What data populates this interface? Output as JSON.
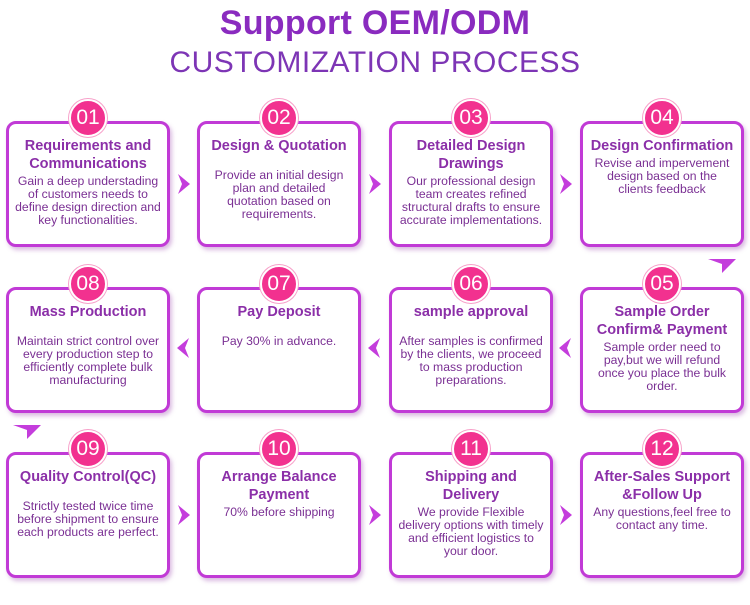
{
  "header": {
    "title": "Support OEM/ODM",
    "subtitle": "CUSTOMIZATION PROCESS"
  },
  "colors": {
    "title": "#8a2bbf",
    "card_border": "#c13ad6",
    "card_text": "#8b2fa8",
    "badge": "#f2318f",
    "arrow": "#c43ddc"
  },
  "steps": [
    {
      "num": "01",
      "title": "Requirements and Communications",
      "desc": "Gain a deep understading of customers needs to define design direction and key functionalities."
    },
    {
      "num": "02",
      "title": "Design & Quotation",
      "desc": "Provide an initial design plan and detailed quotation based on requirements."
    },
    {
      "num": "03",
      "title": "Detailed Design Drawings",
      "desc": "Our professional design team creates refined structural drafts to ensure accurate implementations."
    },
    {
      "num": "04",
      "title": "Design Confirmation",
      "desc": "Revise and impervement design based on the clients feedback"
    },
    {
      "num": "05",
      "title": "Sample Order Confirm& Payment",
      "desc": "Sample order need to pay,but we will refund once you place the bulk order."
    },
    {
      "num": "06",
      "title": "sample approval",
      "desc": "After samples is confirmed by the clients, we proceed to mass production preparations."
    },
    {
      "num": "07",
      "title": "Pay Deposit",
      "desc": "Pay 30% in advance."
    },
    {
      "num": "08",
      "title": "Mass Production",
      "desc": "Maintain strict control over every production step to efficiently complete bulk manufacturing"
    },
    {
      "num": "09",
      "title": "Quality Control(QC)",
      "desc": "Strictly tested twice time before shipment to ensure each products are perfect."
    },
    {
      "num": "10",
      "title": "Arrange Balance Payment",
      "desc": "70% before shipping"
    },
    {
      "num": "11",
      "title": "Shipping and Delivery",
      "desc": "We provide Flexible delivery options with timely and efficient logistics to your door."
    },
    {
      "num": "12",
      "title": "After-Sales Support &Follow Up",
      "desc": "Any questions,feel free to contact any time."
    }
  ]
}
